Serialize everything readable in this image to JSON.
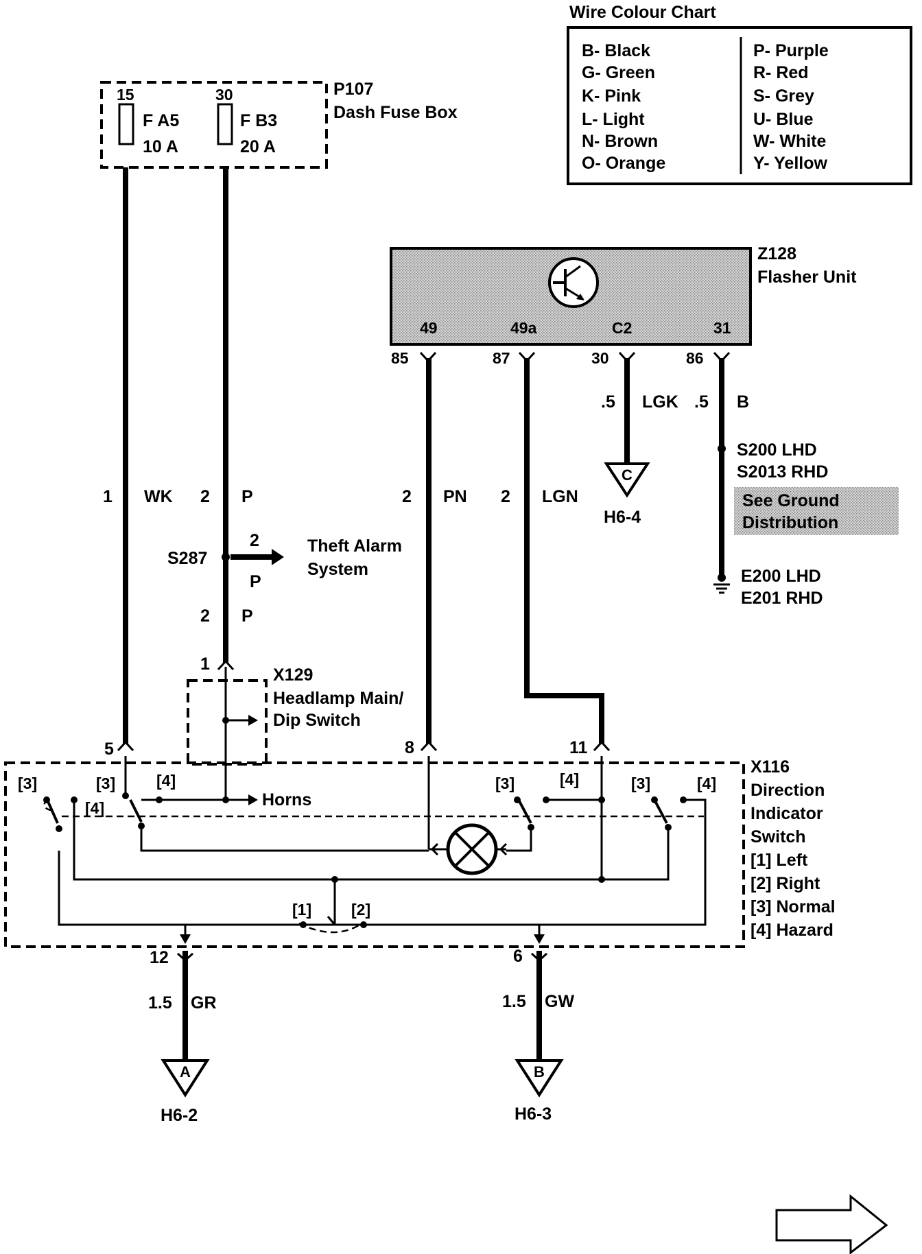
{
  "colour_chart": {
    "title": "Wire Colour Chart",
    "left": [
      "B- Black",
      "G- Green",
      "K- Pink",
      "L- Light",
      "N- Brown",
      "O- Orange"
    ],
    "right": [
      "P- Purple",
      "R- Red",
      "S- Grey",
      "U- Blue",
      "W- White",
      "Y- Yellow"
    ]
  },
  "fuse_box": {
    "id": "P107",
    "name": "Dash Fuse Box",
    "fuses": [
      {
        "pin": "15",
        "name": "F A5",
        "rating": "10 A"
      },
      {
        "pin": "30",
        "name": "F B3",
        "rating": "20 A"
      }
    ]
  },
  "flasher": {
    "id": "Z128",
    "name": "Flasher Unit",
    "terminals": [
      "49",
      "49a",
      "C2",
      "31"
    ],
    "pins": [
      "85",
      "87",
      "30",
      "86"
    ]
  },
  "wires": {
    "w1": {
      "num": "1",
      "color": "WK"
    },
    "w2": {
      "num": "2",
      "color": "P"
    },
    "w_pn": {
      "num": "2",
      "color": "PN"
    },
    "w_lgn": {
      "num": "2",
      "color": "LGN"
    },
    "w_lgk": {
      "size": ".5",
      "color": "LGK"
    },
    "w_b": {
      "size": ".5",
      "color": "B"
    },
    "w_gr": {
      "size": "1.5",
      "color": "GR"
    },
    "w_gw": {
      "size": "1.5",
      "color": "GW"
    }
  },
  "splice_s287": {
    "id": "S287",
    "branch_num": "2",
    "branch_color": "P",
    "down_num": "2",
    "down_color": "P",
    "target": [
      "Theft Alarm",
      "System"
    ]
  },
  "ground_splice": {
    "splice": [
      "S200 LHD",
      "S2013 RHD"
    ],
    "note": [
      "See Ground",
      "Distribution"
    ],
    "ground": [
      "E200 LHD",
      "E201 RHD"
    ]
  },
  "x129": {
    "id": "X129",
    "name": [
      "Headlamp Main/",
      "Dip Switch"
    ],
    "pin": "1"
  },
  "x116": {
    "id": "X116",
    "name": [
      "Direction",
      "Indicator",
      "Switch"
    ],
    "legend": [
      "[1]  Left",
      "[2]  Right",
      "[3]  Normal",
      "[4]  Hazard"
    ],
    "pins": {
      "p5": "5",
      "p8": "8",
      "p11": "11",
      "p12": "12",
      "p6": "6"
    },
    "contacts": [
      "[3]",
      "[3]",
      "[4]",
      "[4]",
      "[3]",
      "[4]",
      "[3]",
      "[4]",
      "[1]",
      "[2]"
    ],
    "horns": "Horns"
  },
  "references": {
    "ref_c": {
      "letter": "C",
      "label": "H6-4"
    },
    "ref_a": {
      "letter": "A",
      "label": "H6-2"
    },
    "ref_b": {
      "letter": "B",
      "label": "H6-3"
    }
  }
}
